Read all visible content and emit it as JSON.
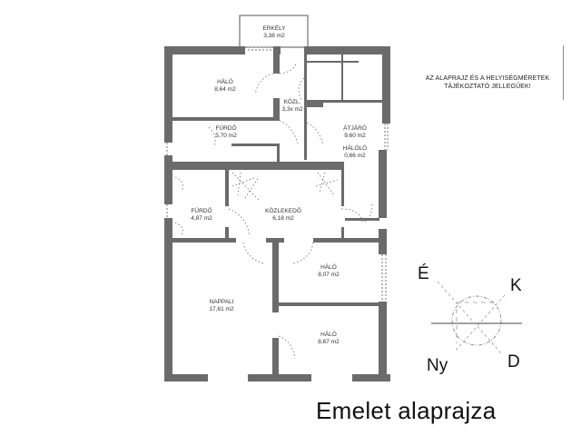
{
  "title": "Emelet alaprajza",
  "disclaimer": [
    "AZ ALAPRAJZ ÉS A HELYISÉGMÉRETEK",
    "TÁJÉKOZTATÓ JELLEGŰEK!"
  ],
  "compass": {
    "north": "É",
    "east": "K",
    "west": "Ny",
    "south": "D"
  },
  "rooms": [
    {
      "id": "erkely",
      "name": "ERKÉLY",
      "area": "3,38 m2"
    },
    {
      "id": "halo1",
      "name": "HÁLÓ",
      "area": "8,64 m2"
    },
    {
      "id": "kozl",
      "name": "KÖZL.",
      "area": "3,3x m2"
    },
    {
      "id": "furdo1",
      "name": "FÜRDŐ",
      "area": "5,70 m2"
    },
    {
      "id": "atjaro",
      "name": "ÁTJÁRÓ",
      "area": "9,60 m2"
    },
    {
      "id": "haloilo",
      "name": "HÁLÓLÓ",
      "area": "0,66 m2"
    },
    {
      "id": "furdo2",
      "name": "FÜRDŐ",
      "area": "4,87 m2"
    },
    {
      "id": "kozlekedo",
      "name": "KÖZLEKEDŐ",
      "area": "6,18 m2"
    },
    {
      "id": "halo2",
      "name": "HÁLÓ",
      "area": "8,07 m2"
    },
    {
      "id": "nappali",
      "name": "NAPPALI",
      "area": "17,61 m2"
    },
    {
      "id": "halo3",
      "name": "HÁLÓ",
      "area": "8,67 m2"
    }
  ],
  "colors": {
    "wall": "#6b6b6b",
    "background": "#ffffff",
    "text": "#333333"
  }
}
